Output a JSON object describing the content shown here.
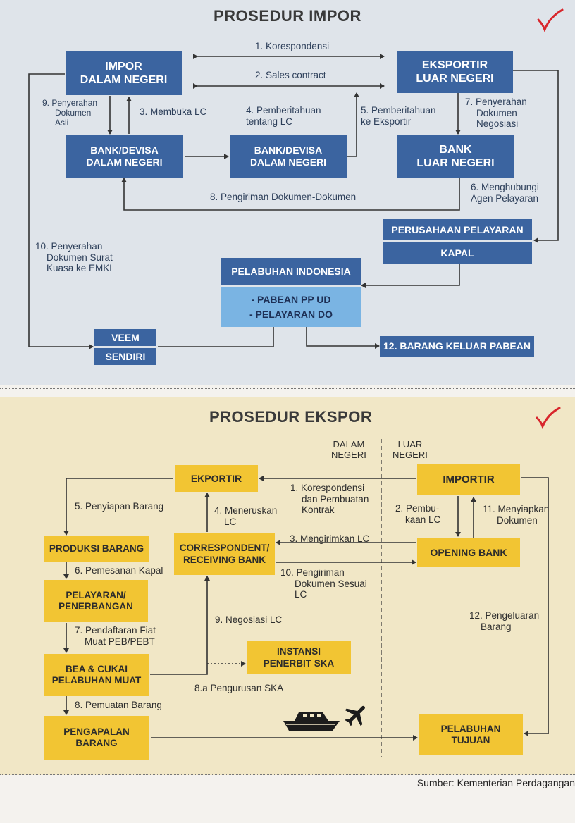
{
  "impor": {
    "title": "PROSEDUR IMPOR",
    "boxes": {
      "impor_dalam_negeri": [
        "IMPOR",
        "DALAM NEGERI"
      ],
      "eksportir_luar_negeri": [
        "EKSPORTIR",
        "LUAR NEGERI"
      ],
      "bank_devisa_1": [
        "BANK/DEVISA",
        "DALAM NEGERI"
      ],
      "bank_devisa_2": [
        "BANK/DEVISA",
        "DALAM NEGERI"
      ],
      "bank_luar_negeri": [
        "BANK",
        "LUAR NEGERI"
      ],
      "perusahaan_pelayaran": "PERUSAHAAN PELAYARAN",
      "kapal": "KAPAL",
      "pelabuhan_indonesia": "PELABUHAN INDONESIA",
      "pabean_pp_ud": "- PABEAN PP UD",
      "pelayaran_do": "- PELAYARAN DO",
      "veem": "VEEM",
      "sendiri": "SENDIRI",
      "barang_keluar_pabean": "12. BARANG KELUAR PABEAN"
    },
    "steps": {
      "s1": "1. Korespondensi",
      "s2": "2. Sales contract",
      "s3": "3. Membuka LC",
      "s4": [
        "4. Pemberitahuan",
        "tentang LC"
      ],
      "s5": [
        "5. Pemberitahuan",
        "ke Eksportir"
      ],
      "s6": [
        "6. Menghubungi",
        "Agen Pelayaran"
      ],
      "s7": [
        "7. Penyerahan",
        "Dokumen",
        "Negosiasi"
      ],
      "s8": "8. Pengiriman Dokumen-Dokumen",
      "s9": [
        "9. Penyerahan",
        "Dokumen",
        "Asli"
      ],
      "s10": [
        "10. Penyerahan",
        "Dokumen Surat",
        "Kuasa ke EMKL"
      ]
    }
  },
  "ekspor": {
    "title": "PROSEDUR EKSPOR",
    "zone_left": [
      "DALAM",
      "NEGERI"
    ],
    "zone_right": [
      "LUAR",
      "NEGERI"
    ],
    "boxes": {
      "ekportir": "EKPORTIR",
      "importir": "IMPORTIR",
      "produksi_barang": "PRODUKSI BARANG",
      "correspondent": [
        "CORRESPONDENT/",
        "RECEIVING BANK"
      ],
      "opening_bank": "OPENING BANK",
      "pelayaran": [
        "PELAYARAN/",
        "PENERBANGAN"
      ],
      "bea_cukai": [
        "BEA & CUKAI",
        "PELABUHAN MUAT"
      ],
      "instansi_ska": [
        "INSTANSI",
        "PENERBIT SKA"
      ],
      "pengapalan": [
        "PENGAPALAN",
        "BARANG"
      ],
      "pelabuhan_tujuan": [
        "PELABUHAN",
        "TUJUAN"
      ]
    },
    "steps": {
      "s1": [
        "1. Korespondensi",
        "dan Pembuatan",
        "Kontrak"
      ],
      "s2": [
        "2. Pembu-",
        "kaan LC"
      ],
      "s3": "3. Mengirimkan LC",
      "s4": [
        "4. Meneruskan",
        "LC"
      ],
      "s5": "5. Penyiapan Barang",
      "s6": "6. Pemesanan Kapal",
      "s7": [
        "7. Pendaftaran Fiat",
        "Muat PEB/PEBT"
      ],
      "s8": "8. Pemuatan Barang",
      "s8a": "8.a Pengurusan SKA",
      "s9": "9. Negosiasi LC",
      "s10": [
        "10. Pengiriman",
        "Dokumen Sesuai",
        "LC"
      ],
      "s11": [
        "11. Menyiapkan",
        "Dokumen"
      ],
      "s12": [
        "12. Pengeluaran",
        "Barang"
      ]
    }
  },
  "source": "Sumber: Kementerian Perdagangan",
  "icons": [
    "checkmark-icon",
    "ship-icon",
    "airplane-icon"
  ],
  "colors": {
    "box_blue": "#3b64a0",
    "box_light_blue": "#7ab4e3",
    "box_yellow": "#f2c533",
    "check_red": "#d8262c"
  }
}
